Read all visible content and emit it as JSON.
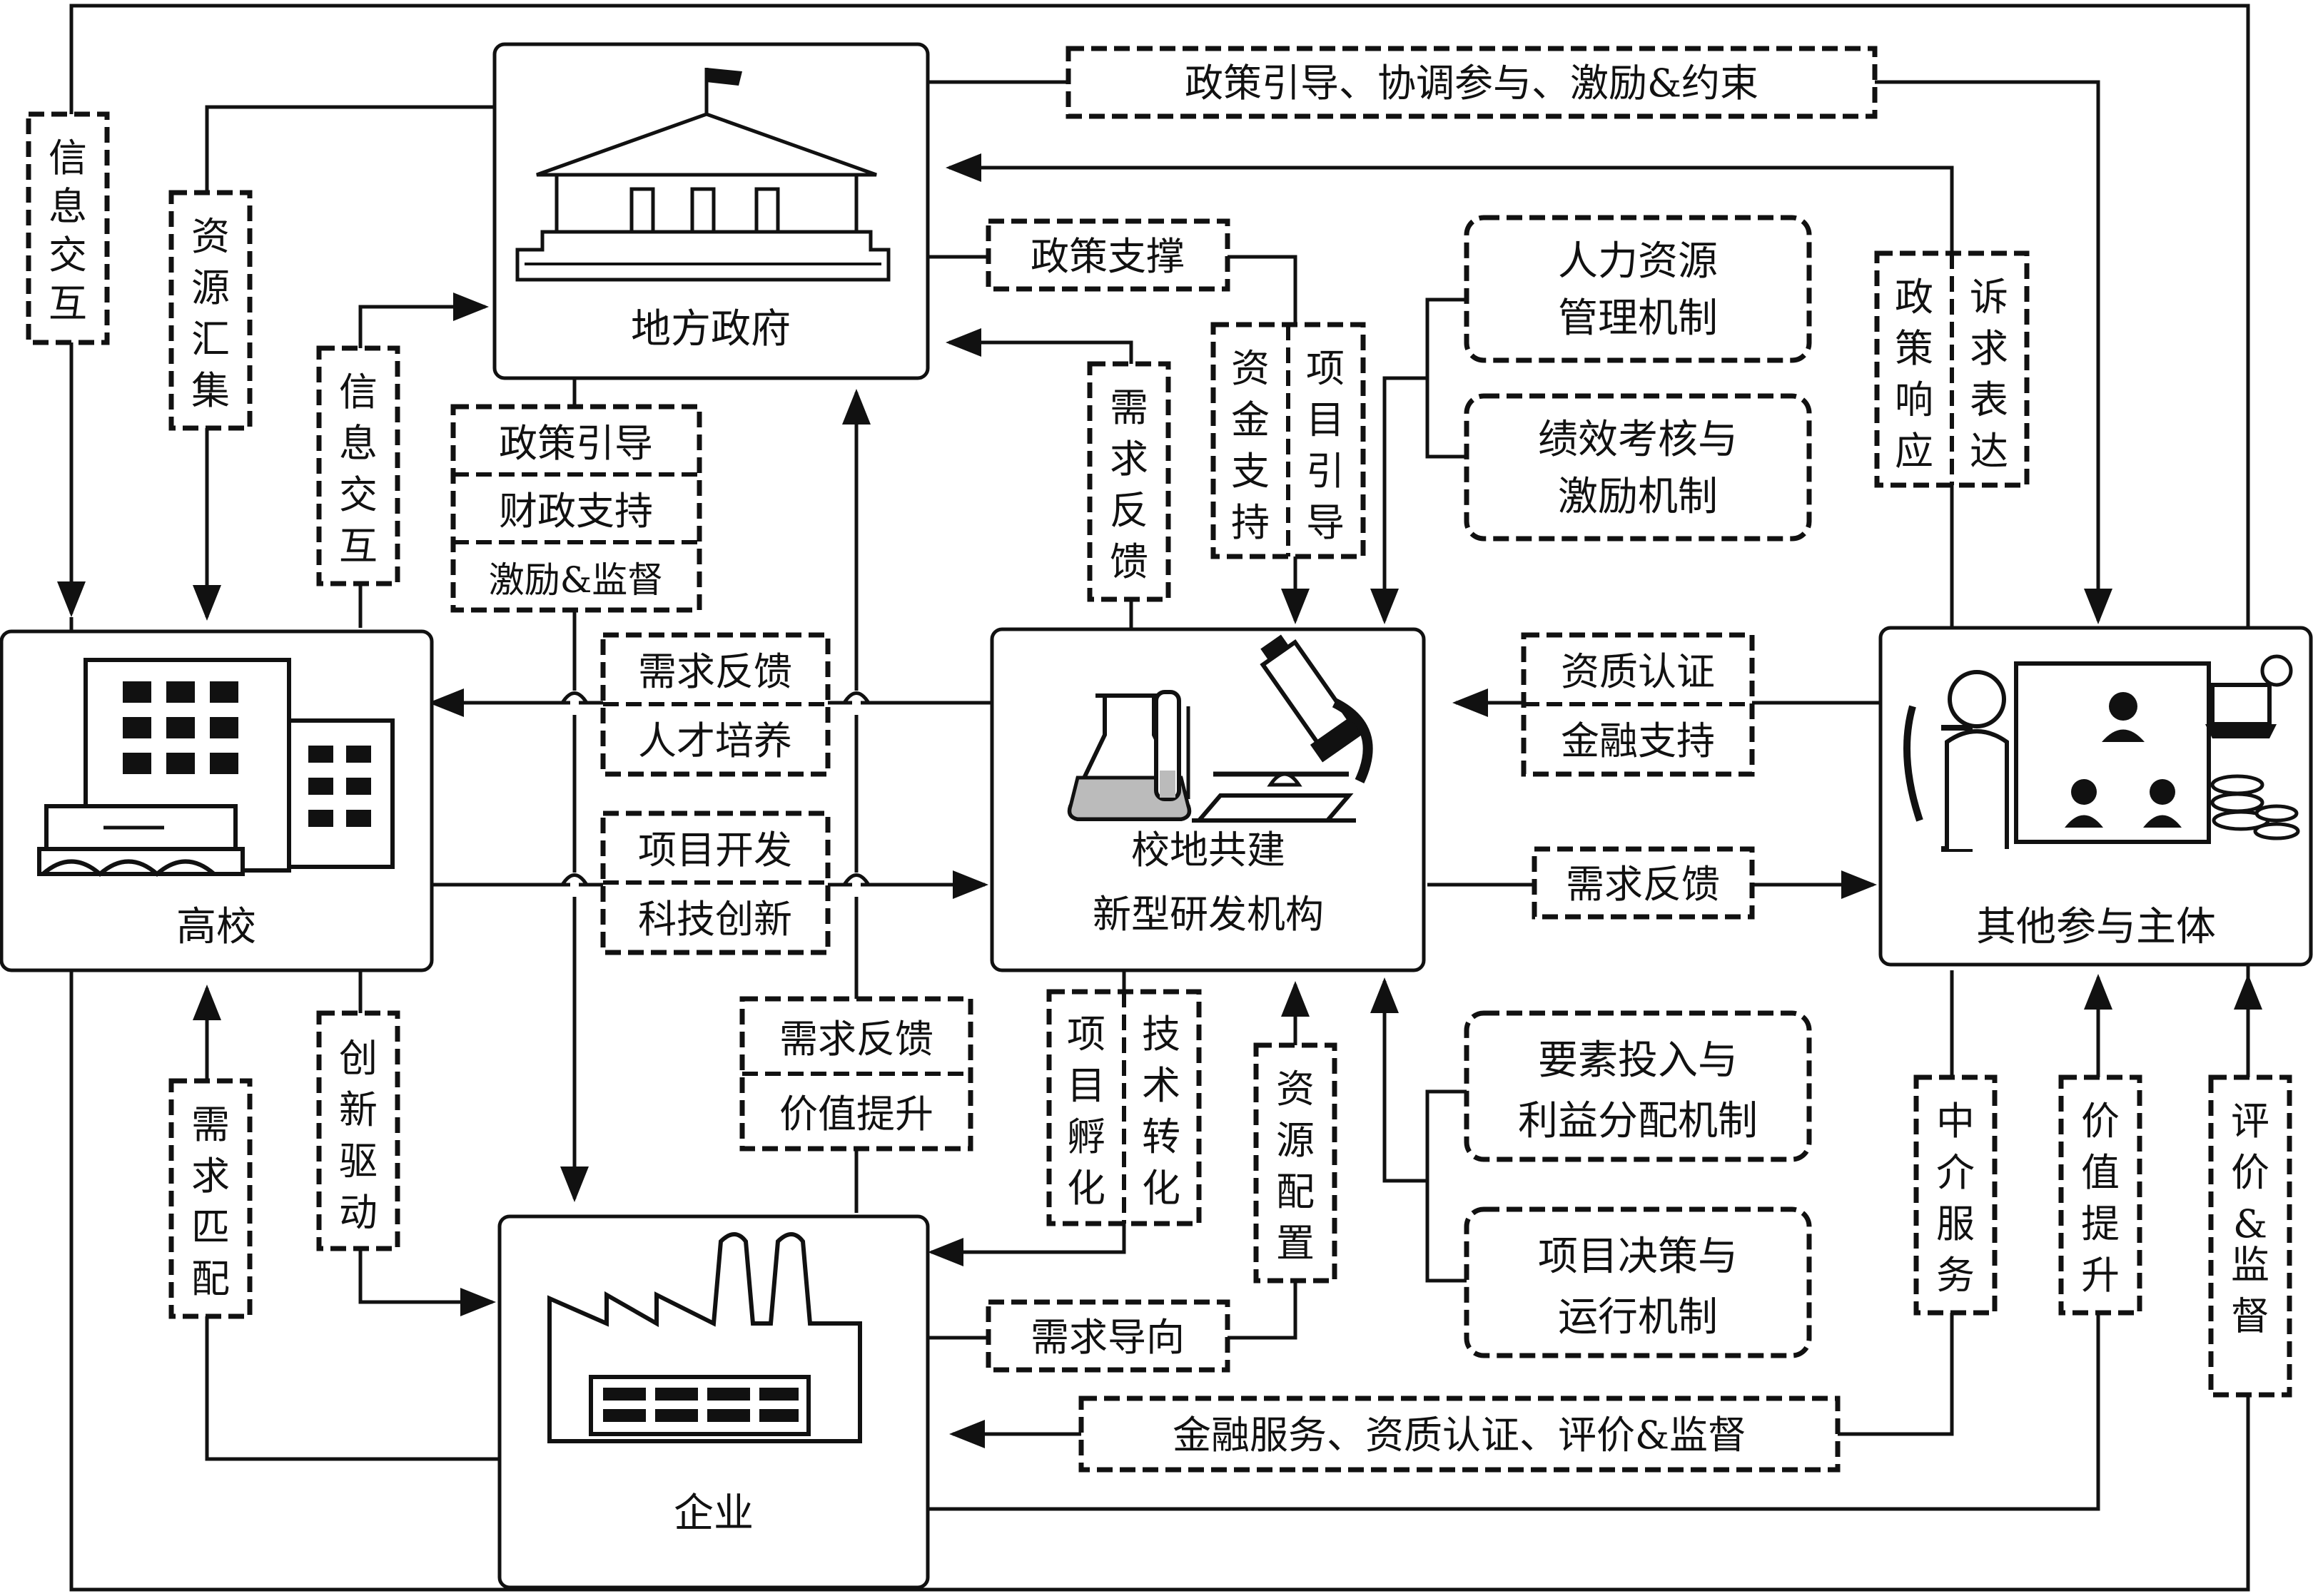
{
  "entities": {
    "government": "地方政府",
    "university": "高校",
    "institute_line1": "校地共建",
    "institute_line2": "新型研发机构",
    "other": "其他参与主体",
    "enterprise": "企业"
  },
  "labels": {
    "policy_top": "政策引导、协调参与、激励&约束",
    "info_exchange_outer": "信息交互",
    "resource_gather": "资源汇集",
    "info_exchange_inner": "信息交互",
    "gov_support": [
      "政策引导",
      "财政支持",
      "激励&监督"
    ],
    "policy_support": "政策支撑",
    "demand_feedback_gov": "需求反馈",
    "fund_support": "资金支持",
    "project_guide": "项目引导",
    "policy_response": "政策响应",
    "appeal_expression": "诉求表达",
    "univ_out": [
      "需求反馈",
      "人才培养"
    ],
    "univ_in": [
      "项目开发",
      "科技创新"
    ],
    "other_in": [
      "资质认证",
      "金融支持"
    ],
    "demand_feedback_other": "需求反馈",
    "innovation_drive": "创新驱动",
    "demand_match": "需求匹配",
    "enterprise_gov": [
      "需求反馈",
      "价值提升"
    ],
    "project_incubation": "项目孵化",
    "tech_transfer": "技术转化",
    "resource_allocation": "资源配置",
    "demand_orientation": "需求导向",
    "intermediary": "中介服务",
    "value_up": "价值提升",
    "evaluation": "评价&监督",
    "finance_bottom": "金融服务、资质认证、评价&监督"
  },
  "mechanisms": {
    "hr_line1": "人力资源",
    "hr_line2": "管理机制",
    "perf_line1": "绩效考核与",
    "perf_line2": "激励机制",
    "factor_line1": "要素投入与",
    "factor_line2": "利益分配机制",
    "decision_line1": "项目决策与",
    "decision_line2": "运行机制"
  }
}
